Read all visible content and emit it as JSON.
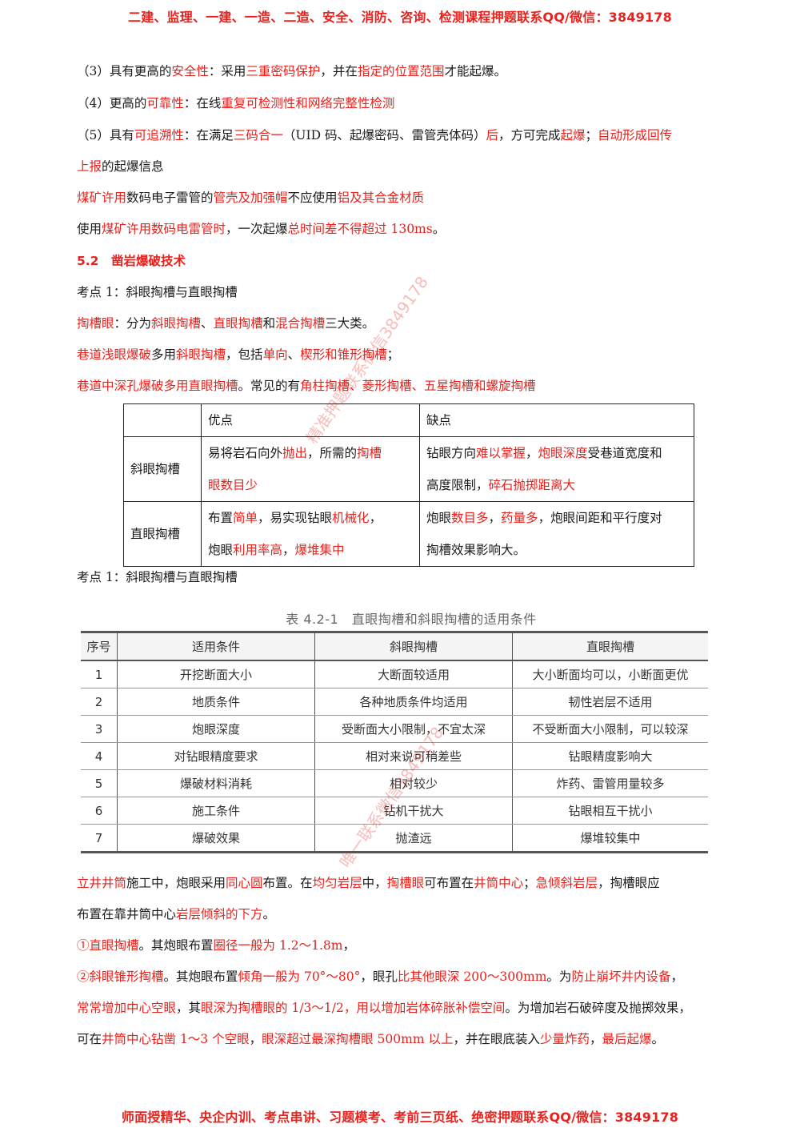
{
  "header": "二建、监理、一建、一造、二造、安全、消防、咨询、检测课程押题联系QQ/微信：3849178",
  "footer": "师面授精华、央企内训、考点串讲、习题模考、考前三页纸、绝密押题联系QQ/微信：3849178",
  "watermark": "精准押题联系微信3849178",
  "watermark2": "唯一联系微信3849178",
  "lines": [
    {
      "segs": [
        [
          "k",
          "（3）具有更高的"
        ],
        [
          "r",
          "安全性"
        ],
        [
          "k",
          "：采用"
        ],
        [
          "r",
          "三重密码保护"
        ],
        [
          "k",
          "，并在"
        ],
        [
          "r",
          "指定的位置范围"
        ],
        [
          "k",
          "才能起爆。"
        ]
      ]
    },
    {
      "segs": [
        [
          "k",
          "（4）更高的"
        ],
        [
          "r",
          "可靠性"
        ],
        [
          "k",
          "：在线"
        ],
        [
          "r",
          "重复可检测性和网络完整性检测"
        ]
      ]
    },
    {
      "segs": [
        [
          "k",
          "（5）具有"
        ],
        [
          "r",
          "可追溯性"
        ],
        [
          "k",
          "：在满足"
        ],
        [
          "r",
          "三码合一"
        ],
        [
          "k",
          "（UID 码、起爆密码、雷管壳体码）"
        ],
        [
          "r",
          "后"
        ],
        [
          "k",
          "，方可完成"
        ],
        [
          "r",
          "起爆"
        ],
        [
          "k",
          "；"
        ],
        [
          "r",
          "自动形成回传"
        ]
      ]
    },
    {
      "segs": [
        [
          "r",
          "上报"
        ],
        [
          "k",
          "的起爆信息"
        ]
      ]
    },
    {
      "segs": [
        [
          "r",
          "煤矿许用"
        ],
        [
          "k",
          "数码电子雷管的"
        ],
        [
          "r",
          "管壳及加强帽"
        ],
        [
          "k",
          "不应使用"
        ],
        [
          "r",
          "铝及其合金材质"
        ]
      ]
    },
    {
      "segs": [
        [
          "k",
          "使用"
        ],
        [
          "r",
          "煤矿许用数码电雷管时"
        ],
        [
          "k",
          "，一次起爆"
        ],
        [
          "r",
          "总时间差不得超过 130ms"
        ],
        [
          "k",
          "。"
        ]
      ]
    },
    {
      "segs": [
        [
          "sec",
          "5.2　凿岩爆破技术"
        ]
      ]
    },
    {
      "segs": [
        [
          "k",
          "考点 1：斜眼掏槽与直眼掏槽"
        ]
      ]
    },
    {
      "segs": [
        [
          "r",
          "掏槽眼"
        ],
        [
          "k",
          "：分为"
        ],
        [
          "r",
          "斜眼掏槽"
        ],
        [
          "k",
          "、"
        ],
        [
          "r",
          "直眼掏槽"
        ],
        [
          "k",
          "和"
        ],
        [
          "r",
          "混合掏槽"
        ],
        [
          "k",
          "三大类。"
        ]
      ]
    },
    {
      "segs": [
        [
          "r",
          "巷道浅眼爆破"
        ],
        [
          "k",
          "多用"
        ],
        [
          "r",
          "斜眼掏槽"
        ],
        [
          "k",
          "，包括"
        ],
        [
          "r",
          "单向"
        ],
        [
          "k",
          "、"
        ],
        [
          "r",
          "楔形和锥形掏槽"
        ],
        [
          "k",
          "；"
        ]
      ]
    },
    {
      "segs": [
        [
          "r",
          "巷道中深孔爆破多用直眼掏槽"
        ],
        [
          "k",
          "。常见的有"
        ],
        [
          "r",
          "角柱掏槽、菱形掏槽、五星掏槽和螺旋掏槽"
        ]
      ]
    }
  ],
  "table1": {
    "headers": [
      "",
      "优点",
      "缺点"
    ],
    "rows": [
      {
        "name": "斜眼掏槽",
        "pro": [
          [
            [
              "k",
              "易将岩石向外"
            ],
            [
              "r",
              "抛出"
            ],
            [
              "k",
              "，所需的"
            ],
            [
              "r",
              "掏槽"
            ]
          ],
          [
            [
              "r",
              "眼数目少"
            ]
          ]
        ],
        "con": [
          [
            [
              "k",
              "钻眼方向"
            ],
            [
              "r",
              "难以掌握"
            ],
            [
              "k",
              "，"
            ],
            [
              "r",
              "炮眼深度"
            ],
            [
              "k",
              "受巷道宽度和"
            ]
          ],
          [
            [
              "k",
              "高度限制，"
            ],
            [
              "r",
              "碎石抛掷距离大"
            ]
          ]
        ]
      },
      {
        "name": "直眼掏槽",
        "pro": [
          [
            [
              "k",
              "布置"
            ],
            [
              "r",
              "简单"
            ],
            [
              "k",
              "，易实现钻眼"
            ],
            [
              "r",
              "机械化"
            ],
            [
              "k",
              "，"
            ]
          ],
          [
            [
              "k",
              "炮眼"
            ],
            [
              "r",
              "利用率高"
            ],
            [
              "k",
              "，"
            ],
            [
              "r",
              "爆堆集中"
            ]
          ]
        ],
        "con": [
          [
            [
              "k",
              "炮眼"
            ],
            [
              "r",
              "数目多"
            ],
            [
              "k",
              "，"
            ],
            [
              "r",
              "药量多"
            ],
            [
              "k",
              "，炮眼间距和平行度对"
            ]
          ],
          [
            [
              "k",
              "掏槽效果影响大。"
            ]
          ]
        ]
      }
    ]
  },
  "kaodian_repeat": "考点 1：斜眼掏槽与直眼掏槽",
  "table2": {
    "caption": "表 4.2-1　直眼掏槽和斜眼掏槽的适用条件",
    "headers": [
      "序号",
      "适用条件",
      "斜眼掏槽",
      "直眼掏槽"
    ],
    "rows": [
      [
        "1",
        "开挖断面大小",
        "大断面较适用",
        "大小断面均可以，小断面更优"
      ],
      [
        "2",
        "地质条件",
        "各种地质条件均适用",
        "韧性岩层不适用"
      ],
      [
        "3",
        "炮眼深度",
        "受断面大小限制，不宜太深",
        "不受断面大小限制，可以较深"
      ],
      [
        "4",
        "对钻眼精度要求",
        "相对来说可稍差些",
        "钻眼精度影响大"
      ],
      [
        "5",
        "爆破材料消耗",
        "相对较少",
        "炸药、雷管用量较多"
      ],
      [
        "6",
        "施工条件",
        "钻机干扰大",
        "钻眼相互干扰小"
      ],
      [
        "7",
        "爆破效果",
        "抛渣远",
        "爆堆较集中"
      ]
    ]
  },
  "lines2": [
    {
      "segs": [
        [
          "r",
          "立井井筒"
        ],
        [
          "k",
          "施工中，炮眼采用"
        ],
        [
          "r",
          "同心圆"
        ],
        [
          "k",
          "布置。在"
        ],
        [
          "r",
          "均匀岩层"
        ],
        [
          "k",
          "中，"
        ],
        [
          "r",
          "掏槽眼"
        ],
        [
          "k",
          "可布置在"
        ],
        [
          "r",
          "井筒中心"
        ],
        [
          "k",
          "；"
        ],
        [
          "r",
          "急倾斜岩层"
        ],
        [
          "k",
          "，掏槽眼应"
        ]
      ]
    },
    {
      "segs": [
        [
          "k",
          "布置在靠井筒中心"
        ],
        [
          "r",
          "岩层倾斜的下方"
        ],
        [
          "k",
          "。"
        ]
      ]
    },
    {
      "segs": [
        [
          "r",
          "①直眼掏槽"
        ],
        [
          "k",
          "。其炮眼布置"
        ],
        [
          "r",
          "圈径一般为 1.2～1.8m"
        ],
        [
          "k",
          "，"
        ]
      ]
    },
    {
      "segs": [
        [
          "r",
          "②斜眼锥形掏槽"
        ],
        [
          "k",
          "。其炮眼布置"
        ],
        [
          "r",
          "倾角一般为 70°～80°"
        ],
        [
          "k",
          "，眼孔"
        ],
        [
          "r",
          "比其他眼深 200～300mm"
        ],
        [
          "k",
          "。为"
        ],
        [
          "r",
          "防止崩坏井内设备"
        ],
        [
          "k",
          "，"
        ]
      ]
    },
    {
      "segs": [
        [
          "r",
          "常常增加中心空眼"
        ],
        [
          "k",
          "，其"
        ],
        [
          "r",
          "眼深为掏槽眼的 1/3～1/2，用以增加岩体碎胀补偿空间"
        ],
        [
          "k",
          "。为增加岩石破碎度及抛掷效果，"
        ]
      ]
    },
    {
      "segs": [
        [
          "k",
          "可在"
        ],
        [
          "r",
          "井筒中心钻凿 1～3 个空眼"
        ],
        [
          "k",
          "，"
        ],
        [
          "r",
          "眼深超过最深掏槽眼 500mm 以上"
        ],
        [
          "k",
          "，并在眼底装入"
        ],
        [
          "r",
          "少量炸药"
        ],
        [
          "k",
          "，"
        ],
        [
          "r",
          "最后起爆"
        ],
        [
          "k",
          "。"
        ]
      ]
    }
  ]
}
